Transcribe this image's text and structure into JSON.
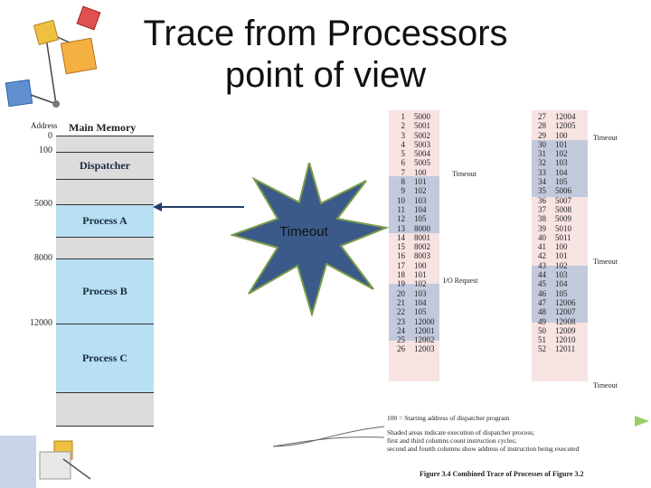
{
  "title": {
    "line1": "Trace from Processors",
    "line2": "point of view"
  },
  "memory": {
    "address_header": "Address",
    "header": "Main Memory",
    "addresses": [
      "0",
      "100",
      "5000",
      "8000",
      "12000"
    ],
    "regions": [
      "Dispatcher",
      "Process A",
      "Process B",
      "Process C"
    ]
  },
  "callout": {
    "text": "Timeout"
  },
  "trace": {
    "col1": [
      [
        "1",
        "5000"
      ],
      [
        "2",
        "5001"
      ],
      [
        "3",
        "5002"
      ],
      [
        "4",
        "5003"
      ],
      [
        "5",
        "5004"
      ],
      [
        "6",
        "5005"
      ],
      [
        "7",
        "100"
      ],
      [
        "8",
        "101"
      ],
      [
        "9",
        "102"
      ],
      [
        "10",
        "103"
      ],
      [
        "11",
        "104"
      ],
      [
        "12",
        "105"
      ],
      [
        "13",
        "8000"
      ],
      [
        "14",
        "8001"
      ],
      [
        "15",
        "8002"
      ],
      [
        "16",
        "8003"
      ],
      [
        "17",
        "100"
      ],
      [
        "18",
        "101"
      ],
      [
        "19",
        "102"
      ],
      [
        "20",
        "103"
      ],
      [
        "21",
        "104"
      ],
      [
        "22",
        "105"
      ],
      [
        "23",
        "12000"
      ],
      [
        "24",
        "12001"
      ],
      [
        "25",
        "12002"
      ],
      [
        "26",
        "12003"
      ]
    ],
    "col2": [
      [
        "27",
        "12004"
      ],
      [
        "28",
        "12005"
      ],
      [
        "29",
        "100"
      ],
      [
        "30",
        "101"
      ],
      [
        "31",
        "102"
      ],
      [
        "32",
        "103"
      ],
      [
        "33",
        "104"
      ],
      [
        "34",
        "105"
      ],
      [
        "35",
        "5006"
      ],
      [
        "36",
        "5007"
      ],
      [
        "37",
        "5008"
      ],
      [
        "38",
        "5009"
      ],
      [
        "39",
        "5010"
      ],
      [
        "40",
        "5011"
      ],
      [
        "41",
        "100"
      ],
      [
        "42",
        "101"
      ],
      [
        "43",
        "102"
      ],
      [
        "44",
        "103"
      ],
      [
        "45",
        "104"
      ],
      [
        "46",
        "105"
      ],
      [
        "47",
        "12006"
      ],
      [
        "48",
        "12007"
      ],
      [
        "49",
        "12008"
      ],
      [
        "50",
        "12009"
      ],
      [
        "51",
        "12010"
      ],
      [
        "52",
        "12011"
      ]
    ],
    "labels": {
      "timeout": "Timeout",
      "io_request": "I/O Request"
    }
  },
  "caption": {
    "line1": "100 = Starting address of dispatcher program",
    "line2": "Shaded areas indicate execution of dispatcher process;",
    "line3": "first and third columns count instruction cycles;",
    "line4": "second and fourth columns show address of instruction being executed",
    "figure": "Figure 3.4  Combined Trace of Processes of Figure 3.2"
  },
  "colors": {
    "dispatcher": "#dcdcdc",
    "process": "#b8dff2",
    "shade": "#c3c9dc",
    "pink": "#f7e3e2",
    "star": "#3b5a8a"
  }
}
